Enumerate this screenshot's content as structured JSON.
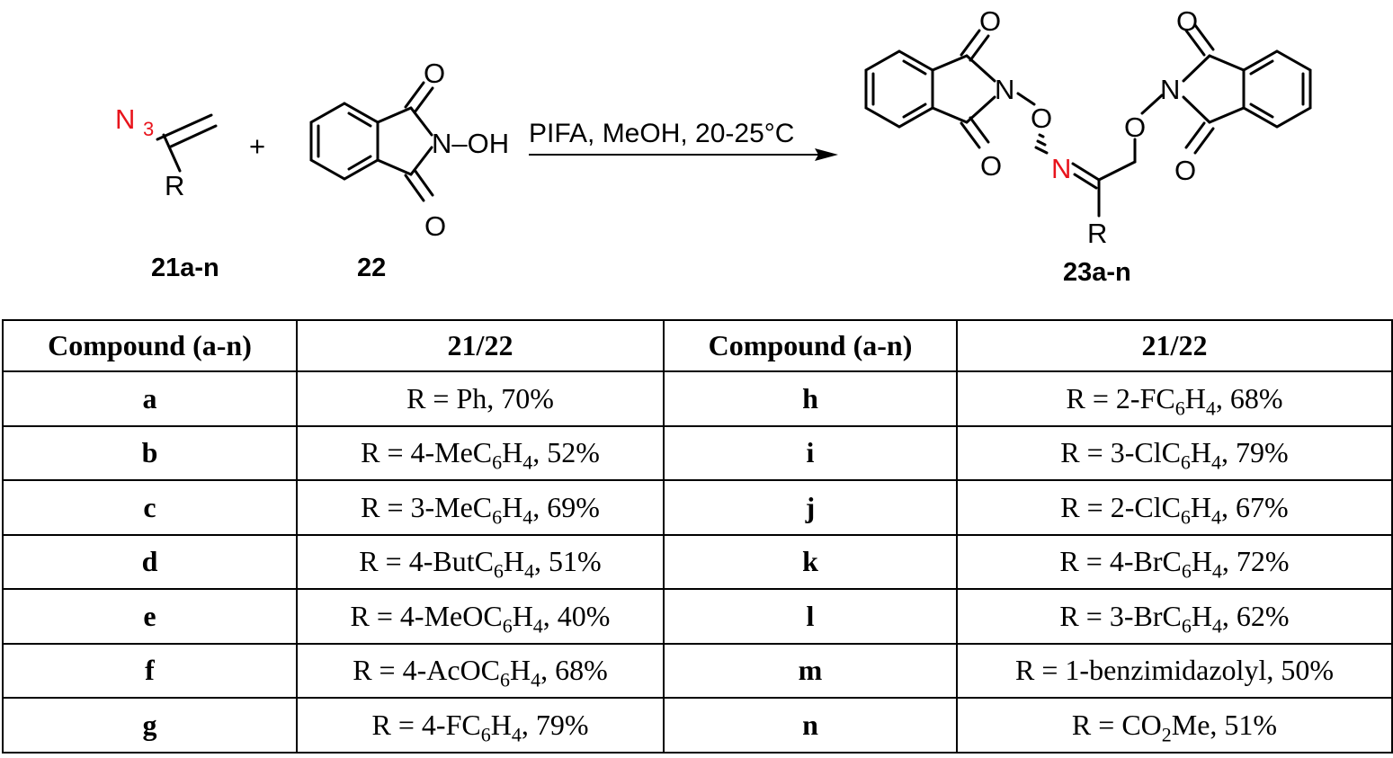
{
  "scheme": {
    "reactant1": {
      "substituent_group": "N3",
      "r_group": "R",
      "label": "21a-n"
    },
    "plus_sign": "+",
    "reactant2": {
      "hydroxy_group": "N–OH",
      "carbonyl_o": "O",
      "label": "22"
    },
    "conditions": "PIFA, MeOH, 20-25°C",
    "product": {
      "n_atom": "N",
      "n_oxime": "N",
      "o_atom": "O",
      "r_group": "R",
      "label": "23a-n"
    },
    "colors": {
      "highlight": "#e8141c",
      "ink": "#000000"
    }
  },
  "table": {
    "headers": [
      "Compound (a-n)",
      "21/22",
      "Compound (a-n)",
      "21/22"
    ],
    "rows": [
      {
        "left_id": "a",
        "left_r": [
          {
            "t": "R = Ph, 70%"
          }
        ],
        "right_id": "h",
        "right_r": [
          {
            "t": "R = 2-FC"
          },
          {
            "s": "6"
          },
          {
            "t": "H"
          },
          {
            "s": "4"
          },
          {
            "t": ", 68%"
          }
        ]
      },
      {
        "left_id": "b",
        "left_r": [
          {
            "t": "R = 4-MeC"
          },
          {
            "s": "6"
          },
          {
            "t": "H"
          },
          {
            "s": "4"
          },
          {
            "t": ", 52%"
          }
        ],
        "right_id": "i",
        "right_r": [
          {
            "t": "R = 3-ClC"
          },
          {
            "s": "6"
          },
          {
            "t": "H"
          },
          {
            "s": "4"
          },
          {
            "t": ", 79%"
          }
        ]
      },
      {
        "left_id": "c",
        "left_r": [
          {
            "t": "R = 3-MeC"
          },
          {
            "s": "6"
          },
          {
            "t": "H"
          },
          {
            "s": "4"
          },
          {
            "t": ", 69%"
          }
        ],
        "right_id": "j",
        "right_r": [
          {
            "t": "R = 2-ClC"
          },
          {
            "s": "6"
          },
          {
            "t": "H"
          },
          {
            "s": "4"
          },
          {
            "t": ", 67%"
          }
        ]
      },
      {
        "left_id": "d",
        "left_r": [
          {
            "t": "R = 4-ButC"
          },
          {
            "s": "6"
          },
          {
            "t": "H"
          },
          {
            "s": "4"
          },
          {
            "t": ", 51%"
          }
        ],
        "right_id": "k",
        "right_r": [
          {
            "t": "R = 4-BrC"
          },
          {
            "s": "6"
          },
          {
            "t": "H"
          },
          {
            "s": "4"
          },
          {
            "t": ", 72%"
          }
        ]
      },
      {
        "left_id": "e",
        "left_r": [
          {
            "t": "R = 4-MeOC"
          },
          {
            "s": "6"
          },
          {
            "t": "H"
          },
          {
            "s": "4"
          },
          {
            "t": ", 40%"
          }
        ],
        "right_id": "l",
        "right_r": [
          {
            "t": "R = 3-BrC"
          },
          {
            "s": "6"
          },
          {
            "t": "H"
          },
          {
            "s": "4"
          },
          {
            "t": ", 62%"
          }
        ]
      },
      {
        "left_id": "f",
        "left_r": [
          {
            "t": "R = 4-AcOC"
          },
          {
            "s": "6"
          },
          {
            "t": "H"
          },
          {
            "s": "4"
          },
          {
            "t": ", 68%"
          }
        ],
        "right_id": "m",
        "right_r": [
          {
            "t": "R = 1-benzimidazolyl, 50%"
          }
        ]
      },
      {
        "left_id": "g",
        "left_r": [
          {
            "t": "R = 4-FC"
          },
          {
            "s": "6"
          },
          {
            "t": "H"
          },
          {
            "s": "4"
          },
          {
            "t": ", 79%"
          }
        ],
        "right_id": "n",
        "right_r": [
          {
            "t": "R = CO"
          },
          {
            "s": "2"
          },
          {
            "t": "Me, 51%"
          }
        ]
      }
    ]
  }
}
